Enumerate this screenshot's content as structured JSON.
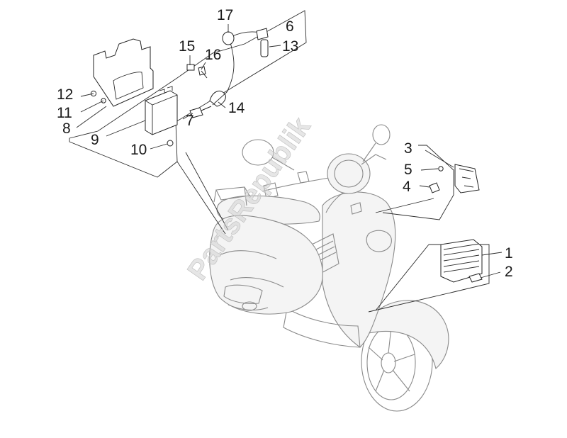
{
  "callouts": {
    "c1": "1",
    "c2": "2",
    "c3": "3",
    "c4": "4",
    "c5": "5",
    "c6": "6",
    "c7": "7",
    "c8": "8",
    "c9": "9",
    "c10": "10",
    "c11": "11",
    "c12": "12",
    "c13": "13",
    "c14": "14",
    "c15": "15",
    "c16": "16",
    "c17": "17"
  },
  "watermark": "PartsRepublik"
}
